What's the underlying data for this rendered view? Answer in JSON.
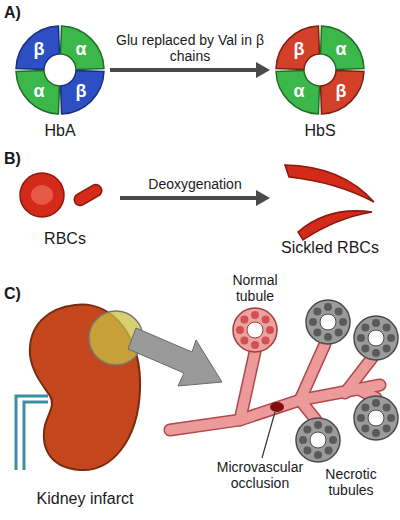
{
  "diagram": {
    "nodes": [
      {
        "text": [
          "HbA"
        ]
      },
      {
        "text": [
          "HbS"
        ]
      },
      {
        "text": [
          "RBCs"
        ]
      },
      {
        "text": [
          "Sickled RBCs"
        ]
      },
      {
        "text": [
          "Kidney infarct"
        ]
      }
    ],
    "edges": [
      {
        "from": 0,
        "to": 1,
        "label": "Glu replaced by Val in β chains",
        "arrow": "to"
      },
      {
        "from": 2,
        "to": 3,
        "label": "Deoxygenation",
        "arrow": "to"
      }
    ],
    "labels": [
      "A)",
      "β",
      "α",
      "α",
      "β",
      "β",
      "α",
      "α",
      "β",
      "B)",
      "C)",
      "Normal tubule",
      "Microvascular occlusion",
      "Necrotic tubules"
    ]
  }
}
